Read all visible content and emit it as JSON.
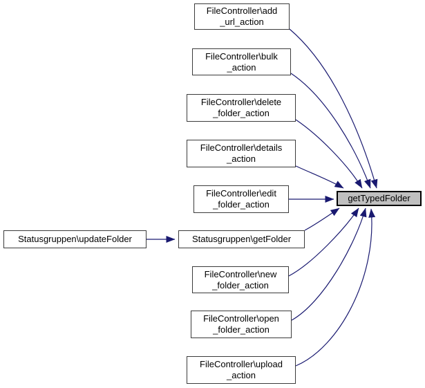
{
  "diagram": {
    "kind": "doxygen-call-graph",
    "colors": {
      "edge": "#191970",
      "node_fill": "#ffffff",
      "node_border": "#3a3a3a",
      "highlight_fill": "#bfbfbf",
      "highlight_border": "#000000",
      "text": "#000000",
      "background": "#ffffff"
    },
    "target_node": {
      "label": "getTypedFolder"
    },
    "caller_nodes": {
      "add_url": {
        "label": "FileController\\add\n_url_action"
      },
      "bulk": {
        "label": "FileController\\bulk\n_action"
      },
      "delete_folder": {
        "label": "FileController\\delete\n_folder_action"
      },
      "details": {
        "label": "FileController\\details\n_action"
      },
      "edit_folder": {
        "label": "FileController\\edit\n_folder_action"
      },
      "update_folder": {
        "label": "Statusgruppen\\updateFolder"
      },
      "get_folder": {
        "label": "Statusgruppen\\getFolder"
      },
      "new_folder": {
        "label": "FileController\\new\n_folder_action"
      },
      "open_folder": {
        "label": "FileController\\open\n_folder_action"
      },
      "upload": {
        "label": "FileController\\upload\n_action"
      }
    },
    "edges": [
      {
        "from": "FileController\\add_url_action",
        "to": "getTypedFolder"
      },
      {
        "from": "FileController\\bulk_action",
        "to": "getTypedFolder"
      },
      {
        "from": "FileController\\delete_folder_action",
        "to": "getTypedFolder"
      },
      {
        "from": "FileController\\details_action",
        "to": "getTypedFolder"
      },
      {
        "from": "FileController\\edit_folder_action",
        "to": "getTypedFolder"
      },
      {
        "from": "Statusgruppen\\getFolder",
        "to": "getTypedFolder"
      },
      {
        "from": "FileController\\new_folder_action",
        "to": "getTypedFolder"
      },
      {
        "from": "FileController\\open_folder_action",
        "to": "getTypedFolder"
      },
      {
        "from": "FileController\\upload_action",
        "to": "getTypedFolder"
      },
      {
        "from": "Statusgruppen\\updateFolder",
        "to": "Statusgruppen\\getFolder"
      }
    ]
  }
}
